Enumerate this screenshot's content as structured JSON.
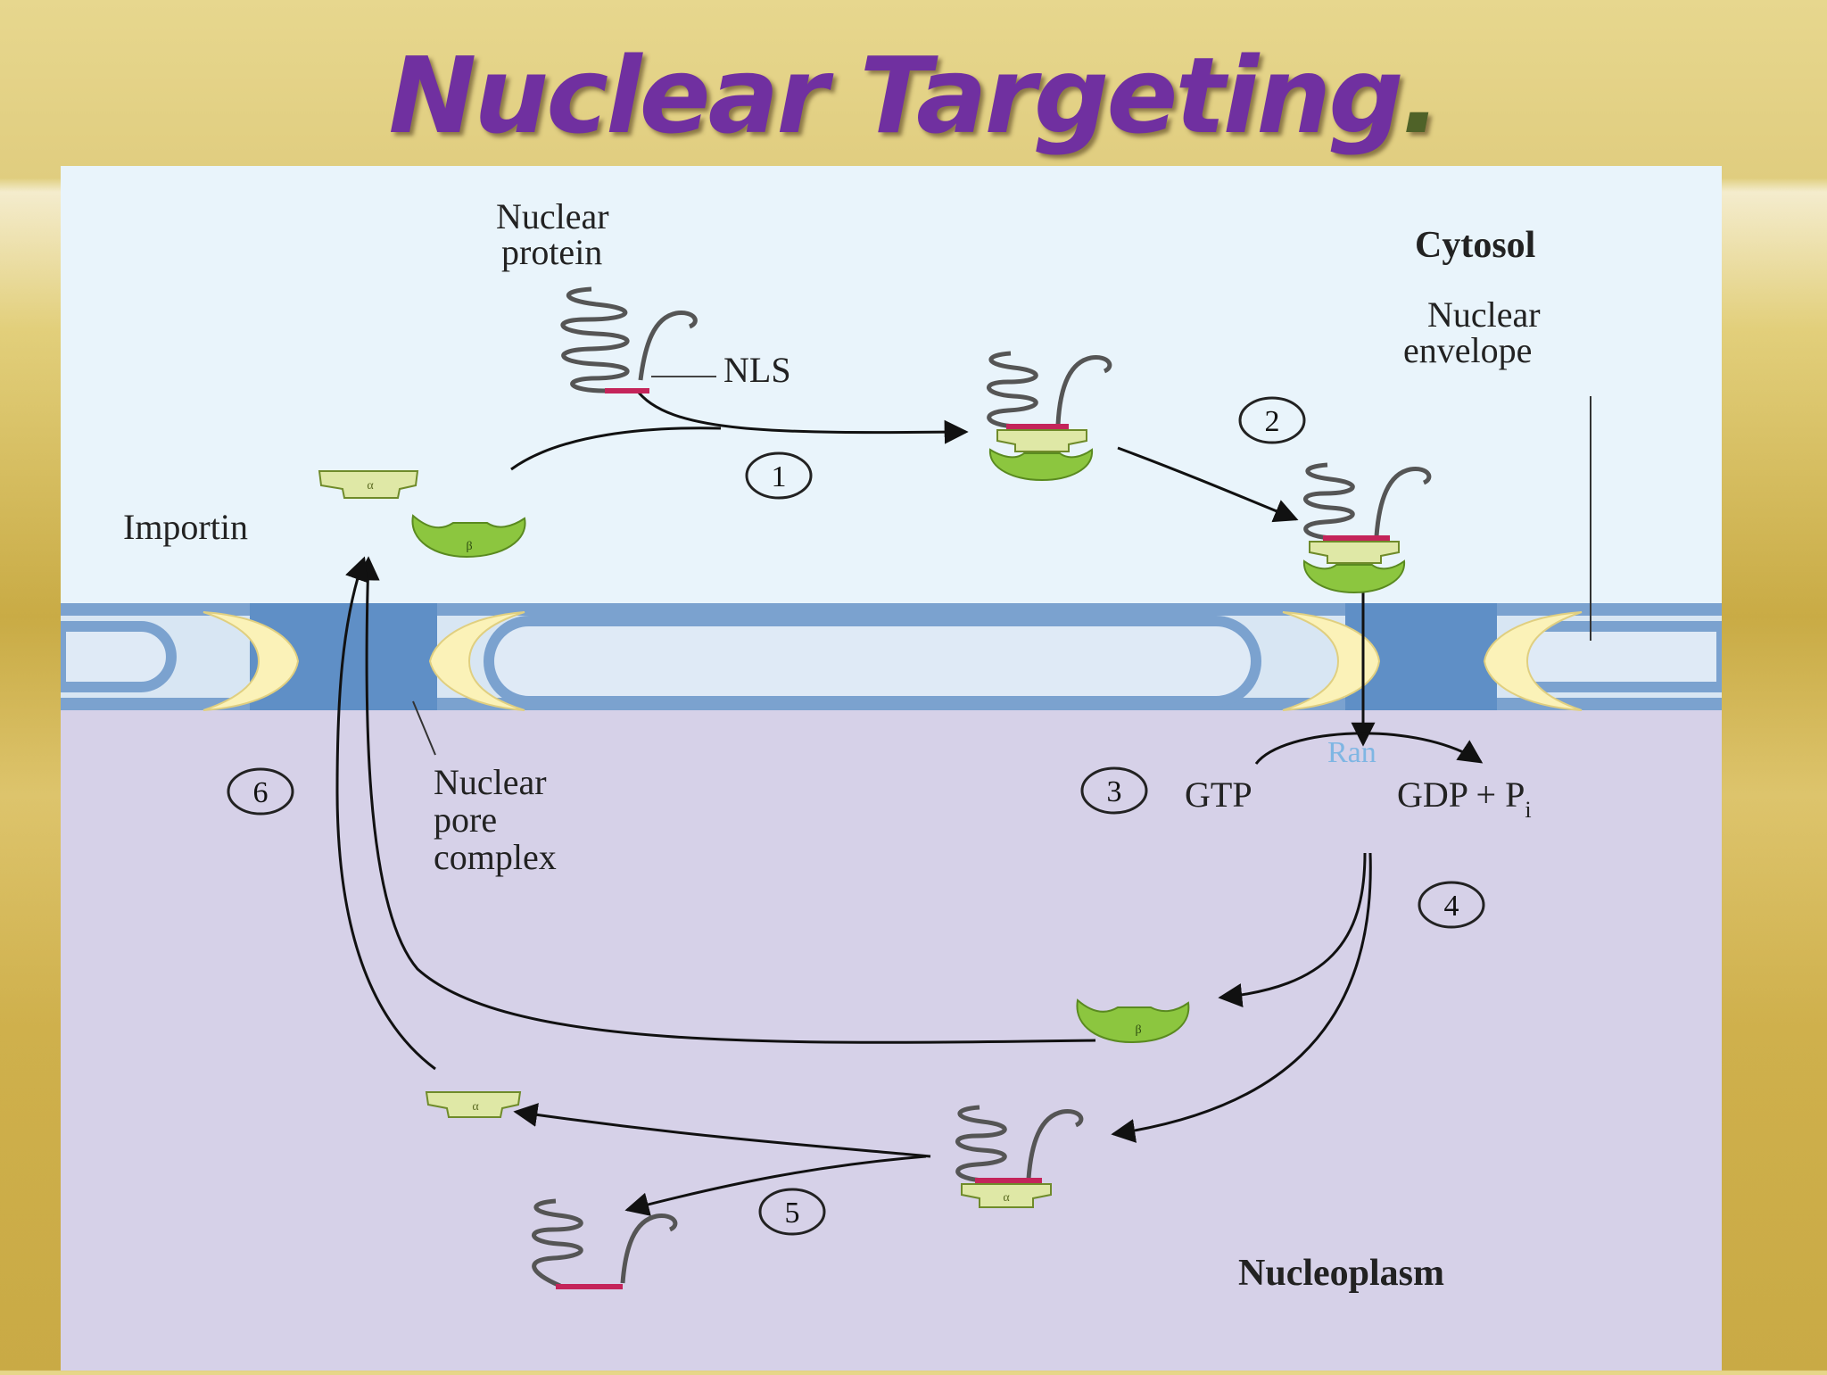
{
  "slide": {
    "title": "Nuclear Targeting",
    "title_punctuation": ".",
    "title_color": "#7030a0"
  },
  "diagram": {
    "labels": {
      "nuclear_protein_line1": "Nuclear",
      "nuclear_protein_line2": "protein",
      "nls": "NLS",
      "cytosol": "Cytosol",
      "nuclear_envelope_line1": "Nuclear",
      "nuclear_envelope_line2": "envelope",
      "importin": "Importin",
      "nuclear_pore_line1": "Nuclear",
      "nuclear_pore_line2": "pore",
      "nuclear_pore_line3": "complex",
      "ran": "Ran",
      "gtp": "GTP",
      "gdp_pi": "GDP + P",
      "pi_subscript": "i",
      "nucleoplasm": "Nucleoplasm",
      "alpha": "α",
      "beta": "β"
    },
    "steps": [
      "1",
      "2",
      "3",
      "4",
      "5",
      "6"
    ],
    "colors": {
      "cytosol_bg": "#e9f4fb",
      "nucleoplasm_bg": "#d6d1e8",
      "envelope": "#7ba2cf",
      "pore": "#fbf2b8",
      "importin_beta": "#8cc63f",
      "importin_alpha": "#dfe8a6",
      "nls": "#c4245a",
      "ran_text": "#7fb6e3"
    }
  }
}
